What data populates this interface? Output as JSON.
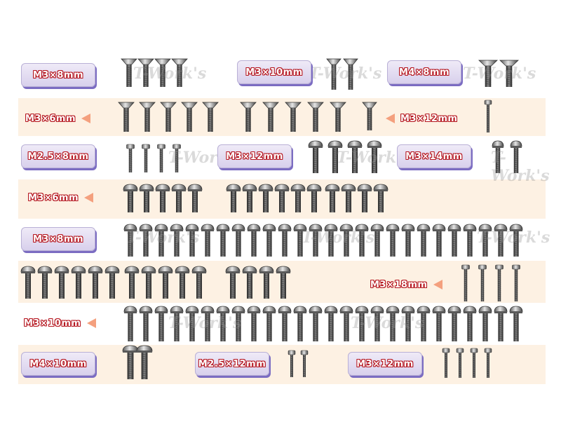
{
  "labels": {
    "r1a": "M3×8mm",
    "r1b": "M3×10mm",
    "r1c": "M4×8mm",
    "r2a": "M3×6mm",
    "r2b": "M3×12mm",
    "r3a": "M2.5×8mm",
    "r3b": "M3×12mm",
    "r3c": "M3×14mm",
    "r4a": "M3×6mm",
    "r5a": "M3×8mm",
    "r6a": "M3×18mm",
    "r7a": "M3×10mm",
    "r8a": "M4×10mm",
    "r8b": "M2.5×12mm",
    "r8c": "M3×12mm"
  },
  "watermark": "T-Work's",
  "colors": {
    "band": "#fdf1e3",
    "label_text_outline": "#b5161f",
    "label_bg": "#d8d0ec",
    "label_shadow": "#7b6cc2",
    "arrow": "#f4a07e",
    "screw_dark": "#3a3a3a",
    "screw_light": "#9a9a9a"
  }
}
